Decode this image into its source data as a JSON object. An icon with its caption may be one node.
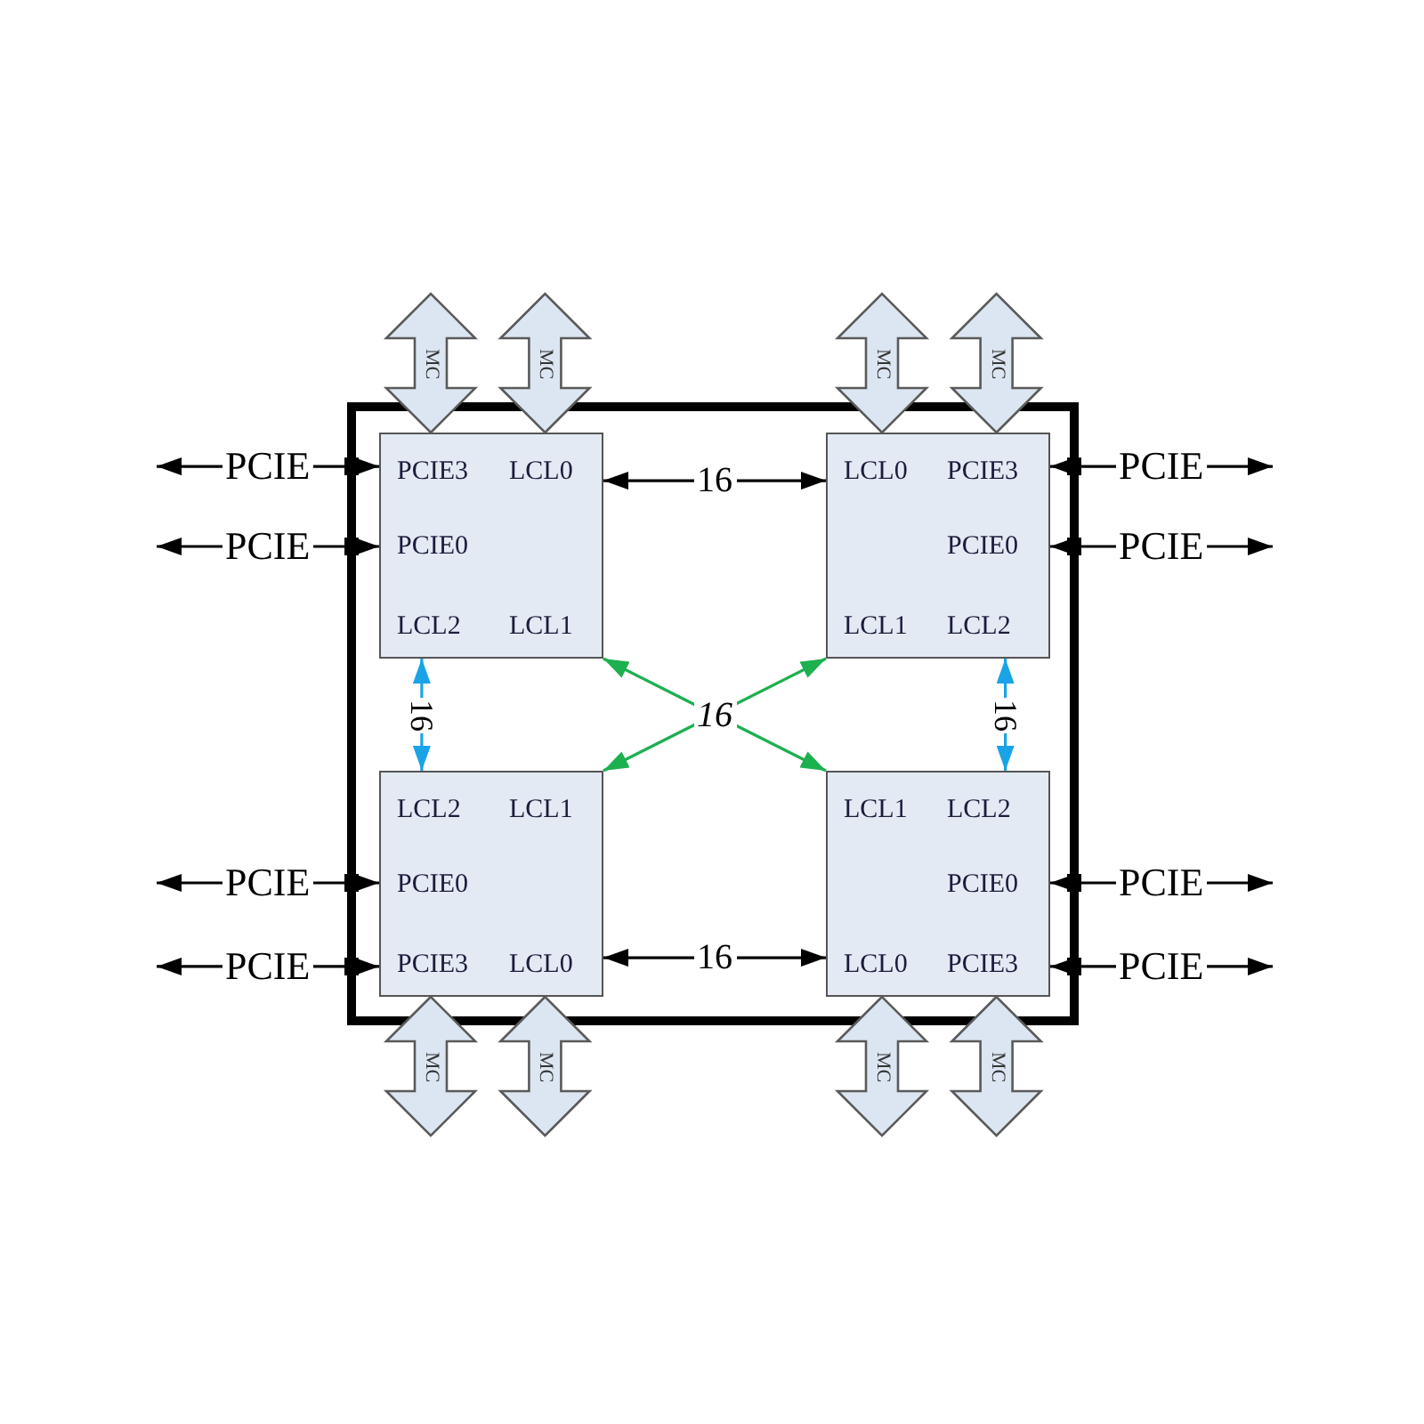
{
  "diagram": {
    "nodes": [
      {
        "text": [],
        "shape": "box"
      },
      {
        "text": [
          "PCIE3",
          "LCL0",
          "PCIE0",
          "LCL2",
          "LCL1"
        ],
        "in": 0
      },
      {
        "text": [
          "LCL0",
          "PCIE3",
          "PCIE0",
          "LCL1",
          "LCL2"
        ],
        "in": 0
      },
      {
        "text": [
          "LCL2",
          "LCL1",
          "PCIE0",
          "PCIE3",
          "LCL0"
        ],
        "in": 0
      },
      {
        "text": [
          "LCL1",
          "LCL2",
          "PCIE0",
          "LCL0",
          "PCIE3"
        ],
        "in": 0
      }
    ],
    "edges": [
      {
        "from": 1,
        "to": null,
        "arrow": "both",
        "label": "MC",
        "style": "thick",
        "color": "#dce6f2"
      },
      {
        "from": 1,
        "to": null,
        "arrow": "both",
        "label": "MC",
        "style": "thick",
        "color": "#dce6f2"
      },
      {
        "from": 2,
        "to": null,
        "arrow": "both",
        "label": "MC",
        "style": "thick",
        "color": "#dce6f2"
      },
      {
        "from": 2,
        "to": null,
        "arrow": "both",
        "label": "MC",
        "style": "thick",
        "color": "#dce6f2"
      },
      {
        "from": 1,
        "to": null,
        "arrow": "both",
        "label": "PCIE"
      },
      {
        "from": 1,
        "to": 2,
        "arrow": "both",
        "label": "16"
      },
      {
        "from": 2,
        "to": null,
        "arrow": "both",
        "label": "PCIE"
      },
      {
        "from": 1,
        "to": null,
        "arrow": "both",
        "label": "PCIE"
      },
      {
        "from": 2,
        "to": null,
        "arrow": "both",
        "label": "PCIE"
      },
      {
        "from": 1,
        "to": 3,
        "arrow": "both",
        "label": "16",
        "color": "#1aa3e6"
      },
      {
        "from": 1,
        "to": 4,
        "arrow": "both",
        "label": "16",
        "color": "#1db04f"
      },
      {
        "from": 2,
        "to": 3,
        "arrow": "both",
        "color": "#1db04f"
      },
      {
        "from": 2,
        "to": 4,
        "arrow": "both",
        "label": "16",
        "color": "#1aa3e6"
      },
      {
        "from": 3,
        "to": null,
        "arrow": "both",
        "label": "PCIE"
      },
      {
        "from": 4,
        "to": null,
        "arrow": "both",
        "label": "PCIE"
      },
      {
        "from": 3,
        "to": null,
        "arrow": "both",
        "label": "PCIE"
      },
      {
        "from": 3,
        "to": 4,
        "arrow": "both",
        "label": "16"
      },
      {
        "from": 4,
        "to": null,
        "arrow": "both",
        "label": "PCIE"
      },
      {
        "from": 3,
        "to": null,
        "arrow": "both",
        "label": "MC",
        "style": "thick",
        "color": "#dce6f2"
      },
      {
        "from": 3,
        "to": null,
        "arrow": "both",
        "label": "MC",
        "style": "thick",
        "color": "#dce6f2"
      },
      {
        "from": 4,
        "to": null,
        "arrow": "both",
        "label": "MC",
        "style": "thick",
        "color": "#dce6f2"
      },
      {
        "from": 4,
        "to": null,
        "arrow": "both",
        "label": "MC",
        "style": "thick",
        "color": "#dce6f2"
      }
    ]
  }
}
